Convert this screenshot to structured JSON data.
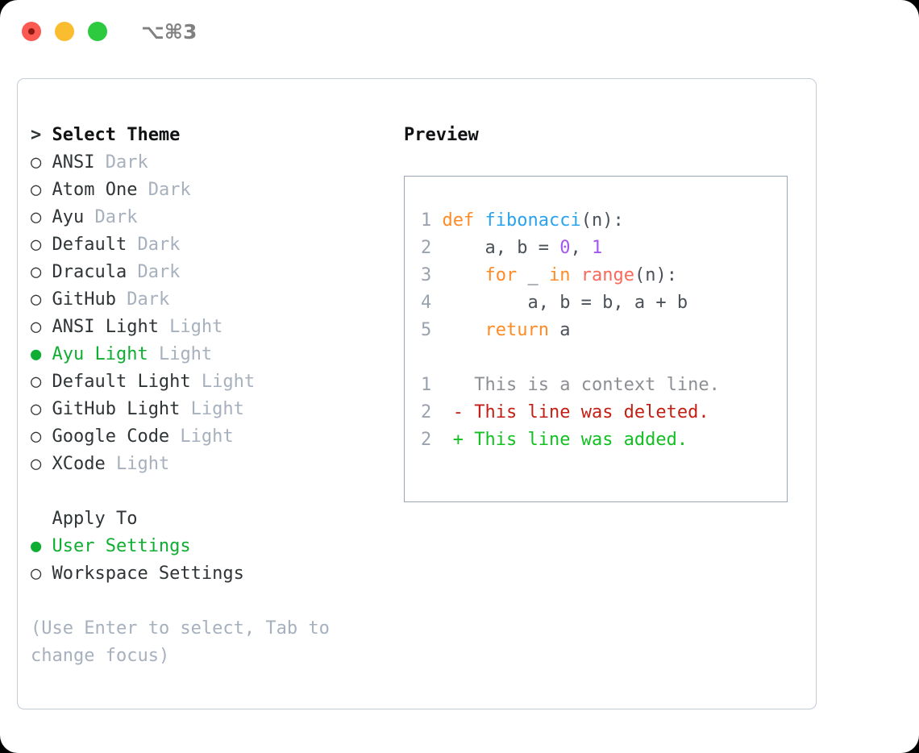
{
  "titlebar": {
    "shortcut": "⌥⌘3",
    "lights": [
      "close-red",
      "minimize-yellow",
      "zoom-green"
    ]
  },
  "left": {
    "heading_marker": "> ",
    "heading": "Select Theme",
    "themes": [
      {
        "marker": "○ ",
        "name": "ANSI",
        "tag": "Dark",
        "selected": false
      },
      {
        "marker": "○ ",
        "name": "Atom One",
        "tag": "Dark",
        "selected": false
      },
      {
        "marker": "○ ",
        "name": "Ayu",
        "tag": "Dark",
        "selected": false
      },
      {
        "marker": "○ ",
        "name": "Default",
        "tag": "Dark",
        "selected": false
      },
      {
        "marker": "○ ",
        "name": "Dracula",
        "tag": "Dark",
        "selected": false
      },
      {
        "marker": "○ ",
        "name": "GitHub",
        "tag": "Dark",
        "selected": false
      },
      {
        "marker": "○ ",
        "name": "ANSI Light",
        "tag": "Light",
        "selected": false
      },
      {
        "marker": "● ",
        "name": "Ayu Light",
        "tag": "Light",
        "selected": true
      },
      {
        "marker": "○ ",
        "name": "Default Light",
        "tag": "Light",
        "selected": false
      },
      {
        "marker": "○ ",
        "name": "GitHub Light",
        "tag": "Light",
        "selected": false
      },
      {
        "marker": "○ ",
        "name": "Google Code",
        "tag": "Light",
        "selected": false
      },
      {
        "marker": "○ ",
        "name": "XCode",
        "tag": "Light",
        "selected": false
      }
    ],
    "apply_to_marker": "  ",
    "apply_to_heading": "Apply To",
    "apply_options": [
      {
        "marker": "● ",
        "name": "User Settings",
        "selected": true
      },
      {
        "marker": "○ ",
        "name": "Workspace Settings",
        "selected": false
      }
    ],
    "hint_line1": "(Use Enter to select, Tab to",
    "hint_line2": "change focus)"
  },
  "right": {
    "preview_title": "Preview",
    "code": [
      {
        "ln": "1",
        "tokens": [
          {
            "t": "def",
            "c": "kw"
          },
          {
            "t": " ",
            "c": "id"
          },
          {
            "t": "fibonacci",
            "c": "fn"
          },
          {
            "t": "(n):",
            "c": "id"
          }
        ]
      },
      {
        "ln": "2",
        "tokens": [
          {
            "t": "    a, b = ",
            "c": "id"
          },
          {
            "t": "0",
            "c": "num"
          },
          {
            "t": ", ",
            "c": "id"
          },
          {
            "t": "1",
            "c": "num"
          }
        ]
      },
      {
        "ln": "3",
        "tokens": [
          {
            "t": "    ",
            "c": "id"
          },
          {
            "t": "for",
            "c": "kw"
          },
          {
            "t": " _ ",
            "c": "id"
          },
          {
            "t": "in",
            "c": "kw"
          },
          {
            "t": " ",
            "c": "id"
          },
          {
            "t": "range",
            "c": "bi"
          },
          {
            "t": "(n):",
            "c": "id"
          }
        ]
      },
      {
        "ln": "4",
        "tokens": [
          {
            "t": "        a, b = b, a + b",
            "c": "id"
          }
        ]
      },
      {
        "ln": "5",
        "tokens": [
          {
            "t": "    ",
            "c": "id"
          },
          {
            "t": "return",
            "c": "kw"
          },
          {
            "t": " a",
            "c": "id"
          }
        ]
      }
    ],
    "diff": [
      {
        "ln": "1",
        "marker": "  ",
        "text": "This is a context line.",
        "kind": "context"
      },
      {
        "ln": "2",
        "marker": "- ",
        "text": "This line was deleted.",
        "kind": "deleted"
      },
      {
        "ln": "2",
        "marker": "+ ",
        "text": "This line was added.",
        "kind": "added"
      }
    ]
  },
  "colors": {
    "accent_green": "#0fae32",
    "muted": "#a7b0bd",
    "panel_border": "#c3cbd6",
    "preview_border": "#9aa7b8",
    "kw_orange": "#ff8b26",
    "fn_blue": "#2aa3ef",
    "num_purple": "#a457ef",
    "builtin_red": "#fa6a5a",
    "diff_deleted": "#c21f15",
    "diff_added": "#12c021"
  }
}
